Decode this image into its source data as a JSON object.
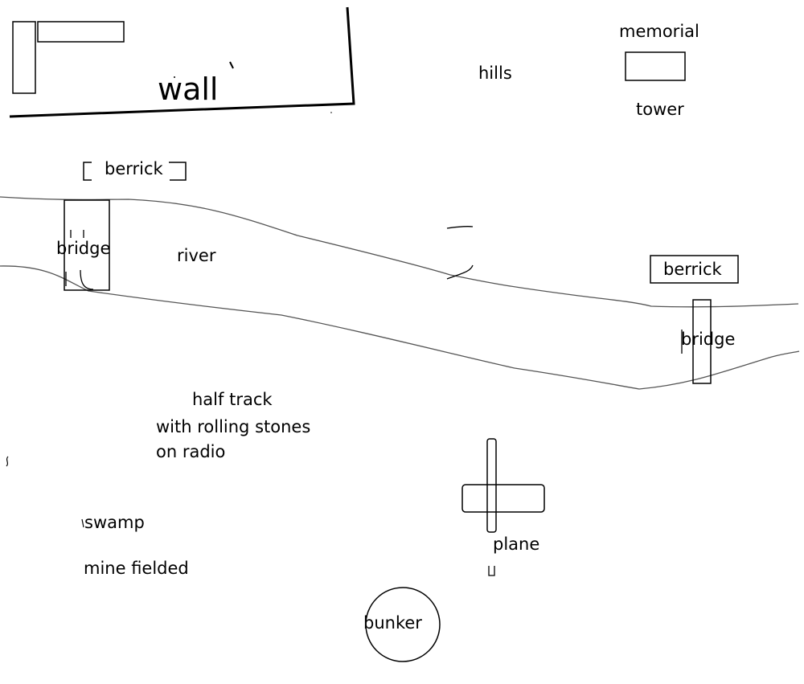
{
  "labels": {
    "wall": "wall",
    "hills": "hills",
    "memorial": "memorial",
    "tower": "tower",
    "berrick_top": "berrick",
    "bridge_left": "bridge",
    "river": "river",
    "berrick_right": "berrick",
    "bridge_right": "bridge",
    "half_track_1": "half track",
    "half_track_2": "with rolling stones",
    "half_track_3": "on radio",
    "swamp": "swamp",
    "mine_fielded": "mine fielded",
    "plane": "plane",
    "bunker": "bunker"
  },
  "colors": {
    "ink": "#000000",
    "river_line": "#666666",
    "background": "#ffffff"
  }
}
